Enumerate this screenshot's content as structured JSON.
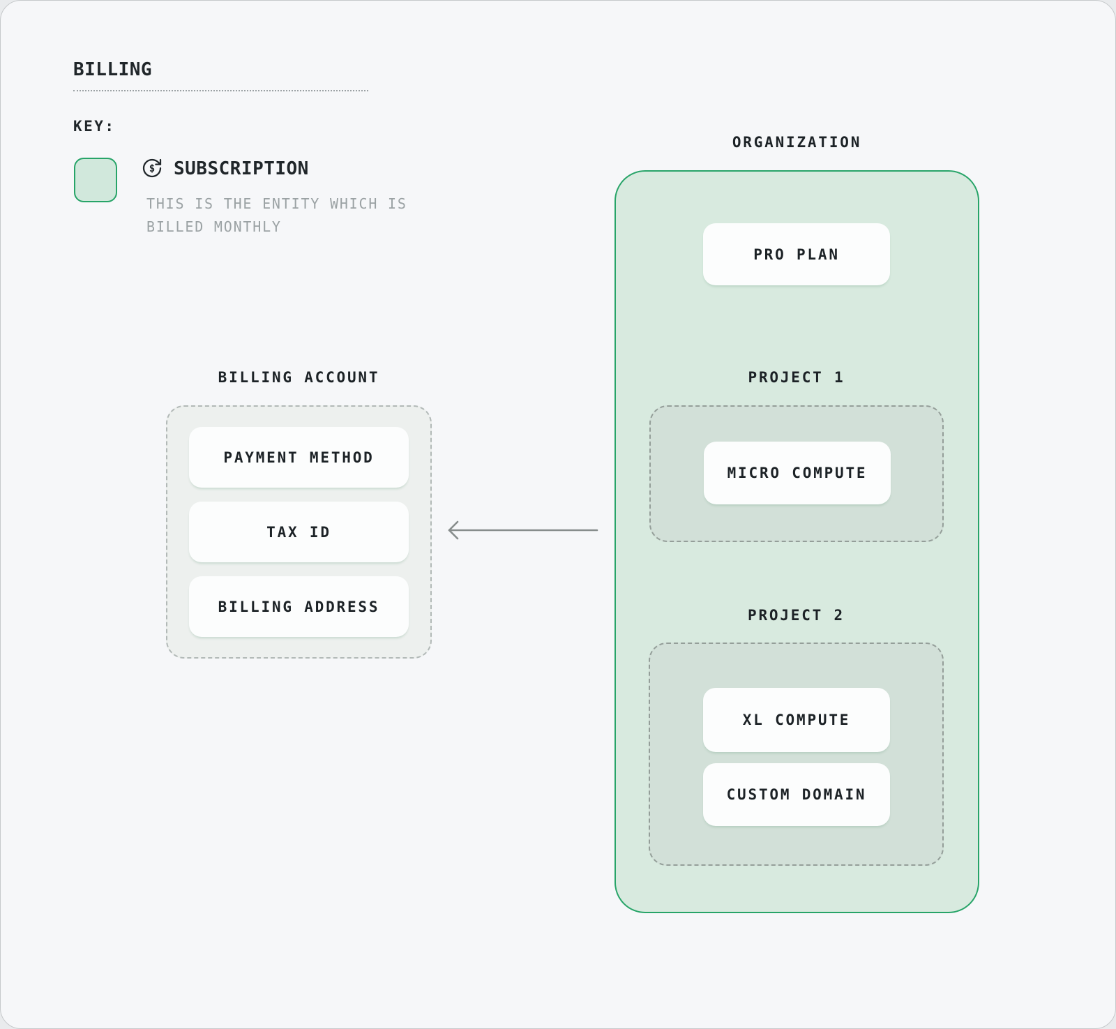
{
  "header": {
    "title": "BILLING",
    "key_label": "KEY:",
    "key_term": "SUBSCRIPTION",
    "key_description": "THIS IS THE ENTITY WHICH IS BILLED MONTHLY",
    "key_icon": "recurring-dollar-icon"
  },
  "billing_account": {
    "label": "BILLING ACCOUNT",
    "items": [
      "PAYMENT METHOD",
      "TAX ID",
      "BILLING ADDRESS"
    ]
  },
  "organization": {
    "label": "ORGANIZATION",
    "plan": "PRO PLAN",
    "projects": [
      {
        "label": "PROJECT 1",
        "items": [
          "MICRO COMPUTE"
        ]
      },
      {
        "label": "PROJECT 2",
        "items": [
          "XL COMPUTE",
          "CUSTOM DOMAIN"
        ]
      }
    ]
  },
  "colors": {
    "background": "#f6f7f9",
    "subscription_green_border": "#27a468",
    "subscription_green_fill": "#d8eadf",
    "swatch_fill": "#d1e8dc",
    "project_fill": "#d2e0d8",
    "billing_fill": "#edf0ee",
    "chip_white": "#fcfdfd",
    "text_dark": "#1c2226",
    "text_gray": "#9ba2a4",
    "arrow_gray": "#878d8c"
  }
}
